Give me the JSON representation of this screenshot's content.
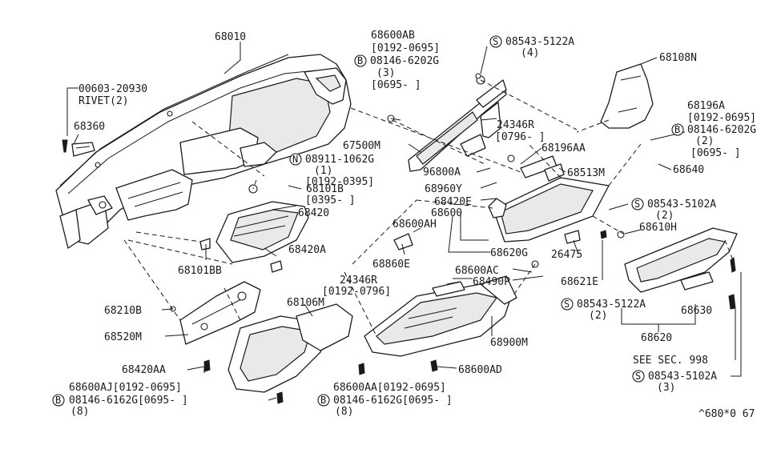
{
  "labels": {
    "p68010": "68010",
    "p00603": "00603-20930",
    "rivet": "RIVET(2)",
    "p68360": "68360",
    "p68600AB": "68600AB",
    "p68600AB_range": "[0192-0695]",
    "b08146_6202G_a": "08146-6202G",
    "qty3_a": "(3)",
    "range0695_a": "[0695-     ]",
    "s08543_5122A_top": "08543-5122A",
    "qty4": "(4)",
    "p68108N": "68108N",
    "p68196A": "68196A",
    "p68196A_range": "[0192-0695]",
    "b08146_6202G_b": "08146-6202G",
    "qty2_b": "(2)",
    "range0695_b": "[0695-     ]",
    "p24346R_a": "24346R",
    "p24346R_a_range": "[0796-     ]",
    "p67500M": "67500M",
    "p68196AA": "68196AA",
    "n08911_1062G": "08911-1062G",
    "qty1": "(1)",
    "range0192_0395": "[0192-0395]",
    "p68101B": "68101B",
    "range0395": "[0395-     ]",
    "p68420": "68420",
    "p96800A": "96800A",
    "p68960Y": "68960Y",
    "p68513M": "68513M",
    "p68640": "68640",
    "p68420E": "68420E",
    "p68600": "68600",
    "s08543_5102A_a": "08543-5102A",
    "qty2_c": "(2)",
    "p68600AH": "68600AH",
    "p68620G": "68620G",
    "p68610H": "68610H",
    "p26475": "26475",
    "p68420A": "68420A",
    "p68860E": "68860E",
    "p68101BB": "68101BB",
    "p68600AC": "68600AC",
    "p24346R_b": "24346R",
    "p24346R_b_range": "[0192-0796]",
    "p68490P": "68490P",
    "p68621E": "68621E",
    "p68106M": "68106M",
    "s08543_5122A_b": "08543-5122A",
    "qty2_d": "(2)",
    "p68630": "68630",
    "p68210B": "68210B",
    "p68520M": "68520M",
    "p68900M": "68900M",
    "p68620": "68620",
    "p68420AA": "68420AA",
    "see_sec": "SEE SEC. 998",
    "p68600AD": "68600AD",
    "p68600AJ": "68600AJ[0192-0695]",
    "b08146_6162G_a": "08146-6162G[0695-     ]",
    "qty8_a": "(8)",
    "p68600AA": "68600AA[0192-0695]",
    "b08146_6162G_b": "08146-6162G[0695-     ]",
    "qty8_b": "(8)",
    "s08543_5102A_b": "08543-5102A",
    "qty3_b": "(3)",
    "ref_code": "^680*0 67"
  },
  "symbols": {
    "bolt_symbol": "B",
    "screw_symbol": "S",
    "nut_symbol": "N"
  },
  "colors": {
    "ink": "#1a1a1a",
    "paper": "#ffffff"
  }
}
